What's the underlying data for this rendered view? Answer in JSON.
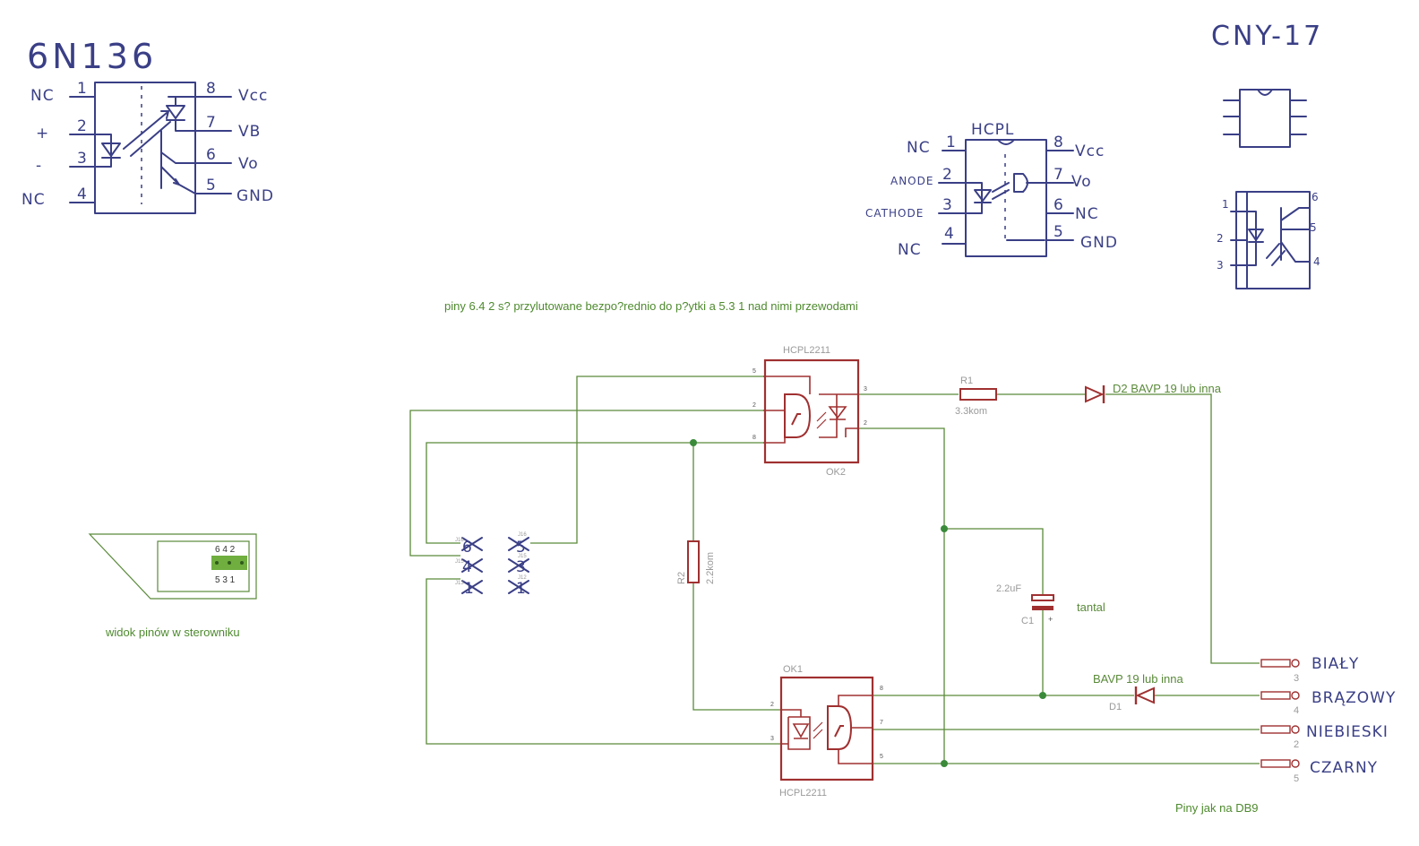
{
  "colors": {
    "ink": "#3a3f86",
    "wire": "#5a8a3a",
    "part": "#a03030",
    "junction": "#3a8a3a",
    "pinhead": "#6fae3f"
  },
  "sketch_6n136": {
    "title": "6N136",
    "pins_left": [
      {
        "label": "NC",
        "num": "1"
      },
      {
        "label": "+",
        "num": "2"
      },
      {
        "label": "-",
        "num": "3"
      },
      {
        "label": "NC",
        "num": "4"
      }
    ],
    "pins_right": [
      {
        "label": "Vcc",
        "num": "8"
      },
      {
        "label": "VB",
        "num": "7"
      },
      {
        "label": "Vo",
        "num": "6"
      },
      {
        "label": "GND",
        "num": "5"
      }
    ]
  },
  "sketch_hcpl": {
    "title": "HCPL",
    "pins_left": [
      {
        "label": "NC",
        "num": "1"
      },
      {
        "label": "ANODE",
        "num": "2"
      },
      {
        "label": "CATHODE",
        "num": "3"
      },
      {
        "label": "NC",
        "num": "4"
      }
    ],
    "pins_right": [
      {
        "label": "Vcc",
        "num": "8"
      },
      {
        "label": "Vo",
        "num": "7"
      },
      {
        "label": "NC",
        "num": "6"
      },
      {
        "label": "GND",
        "num": "5"
      }
    ]
  },
  "sketch_cny17": {
    "title": "CNY-17",
    "pins": [
      "6",
      "5",
      "4",
      "1",
      "2",
      "3"
    ]
  },
  "note_top": "piny 6.4 2 s? przylutowane bezpo?rednio  do p?ytki a 5.3 1 nad nimi przewodami",
  "connector_view": {
    "top_row": "6 4 2",
    "bottom_row": "5 3 1",
    "caption": "widok pinów w sterowniku"
  },
  "header_pins": {
    "left": [
      "6",
      "4",
      "1"
    ],
    "right": [
      "5",
      "3",
      "1"
    ],
    "left_small": [
      "J16",
      "J15",
      "J13"
    ],
    "right_small": [
      "J16",
      "J15",
      "J12"
    ]
  },
  "ok2": {
    "part": "HCPL2211",
    "ref": "OK2",
    "pins_left": [
      "5",
      "2",
      "8"
    ],
    "pins_right": [
      "3",
      "2"
    ]
  },
  "ok1": {
    "part": "HCPL2211",
    "ref": "OK1",
    "pins_left": [
      "2",
      "3"
    ],
    "pins_right": [
      "8",
      "7",
      "5"
    ]
  },
  "r1": {
    "ref": "R1",
    "value": "3.3kom"
  },
  "r2": {
    "ref": "R2",
    "value": "2.2kom"
  },
  "d2": {
    "label": "D2 BAVP 19 lub inna"
  },
  "d1": {
    "ref": "D1",
    "label": "BAVP 19 lub inna"
  },
  "c1": {
    "value": "2.2uF",
    "ref": "C1",
    "polarity": "+",
    "type": "tantal"
  },
  "wires_out": [
    {
      "num": "3",
      "color": "BIAŁY"
    },
    {
      "num": "4",
      "color": "BRĄZOWY"
    },
    {
      "num": "2",
      "color": "NIEBIESKI"
    },
    {
      "num": "5",
      "color": "CZARNY"
    }
  ],
  "note_bottom": "Piny jak na DB9"
}
